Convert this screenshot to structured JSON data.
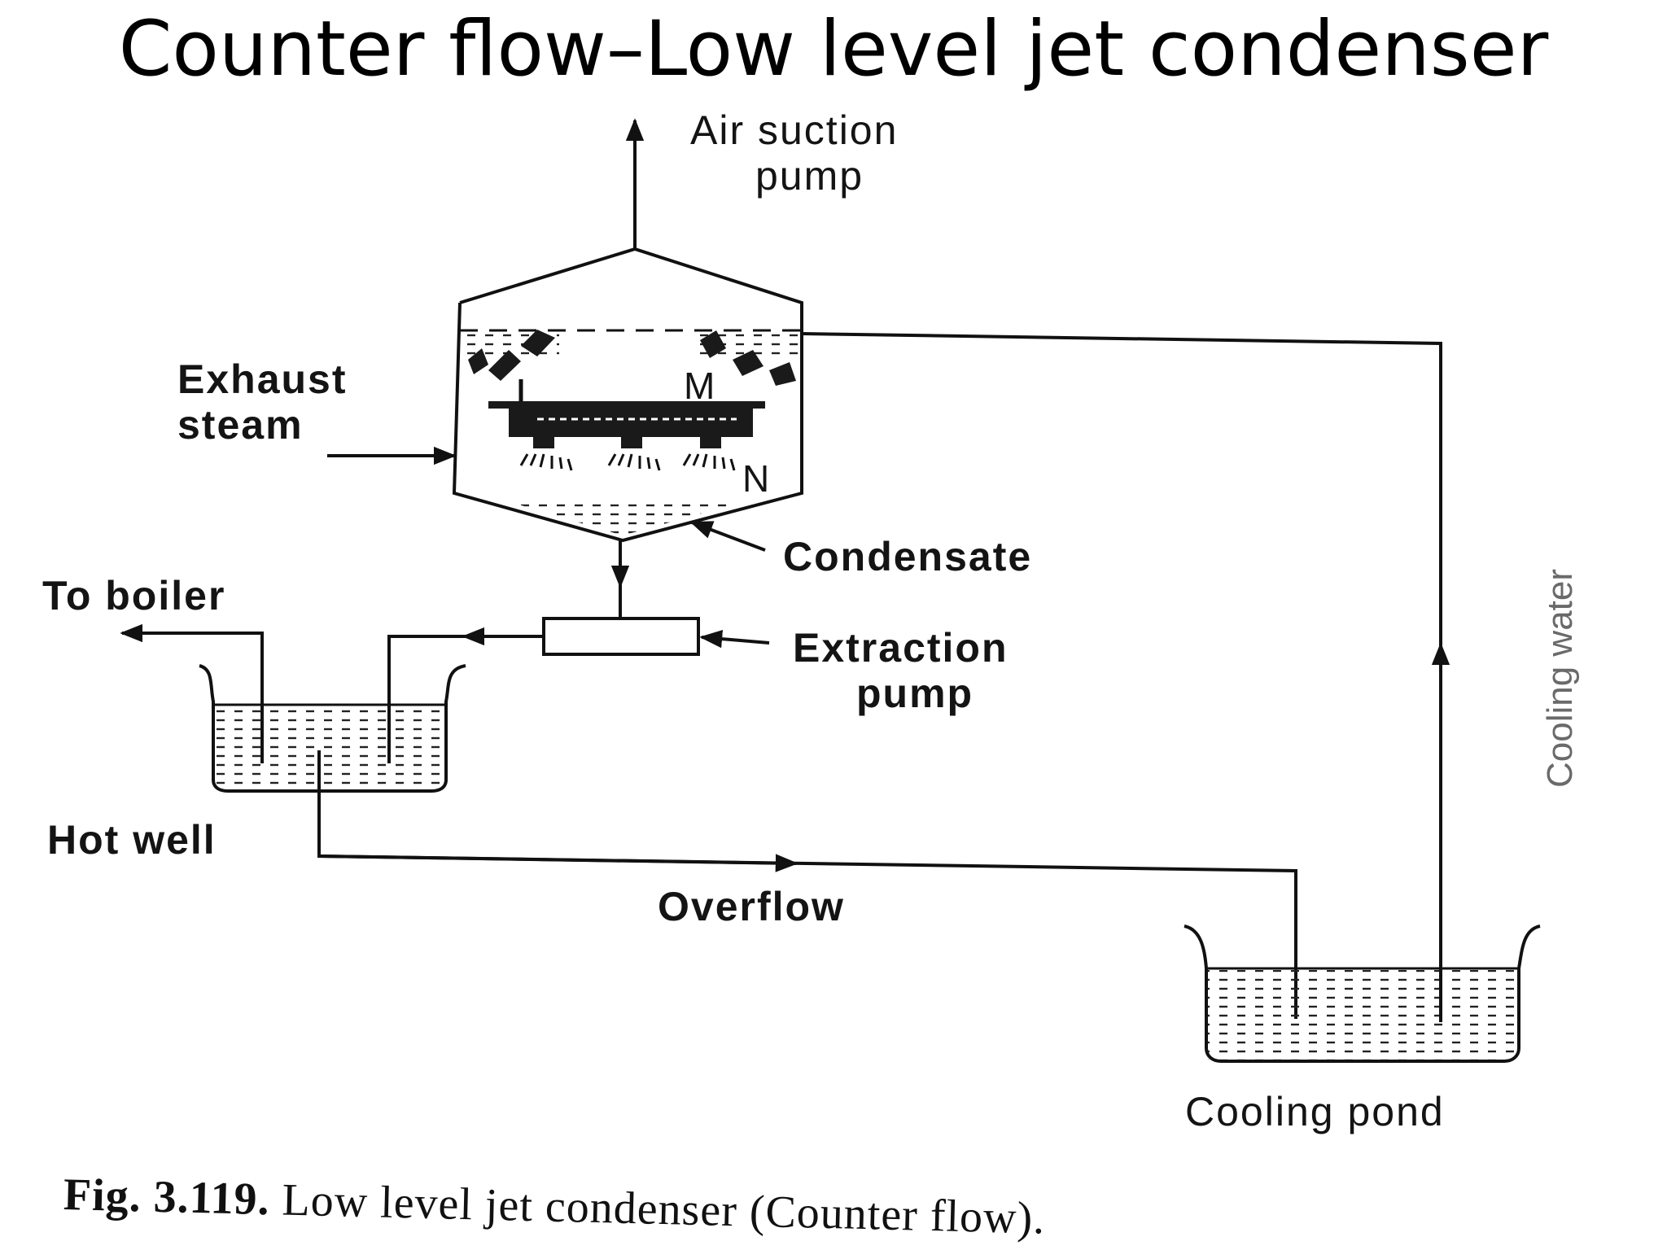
{
  "title": "Counter flow–Low level jet condenser",
  "labels": {
    "air_suction_line1": "Air suction",
    "air_suction_line2": "pump",
    "exhaust_line1": "Exhaust",
    "exhaust_line2": "steam",
    "L": "L",
    "M": "M",
    "N": "N",
    "condensate": "Condensate",
    "to_boiler": "To boiler",
    "extraction_line1": "Extraction",
    "extraction_line2": "pump",
    "hot_well": "Hot well",
    "overflow": "Overflow",
    "cooling_water": "Cooling water",
    "cooling_pond": "Cooling pond"
  },
  "caption": {
    "fig": "Fig. 3.119.",
    "text": "Low level jet condenser (Counter flow)."
  },
  "colors": {
    "ink": "#111111",
    "hatch": "#333333",
    "faint": "#6a6a6a"
  }
}
